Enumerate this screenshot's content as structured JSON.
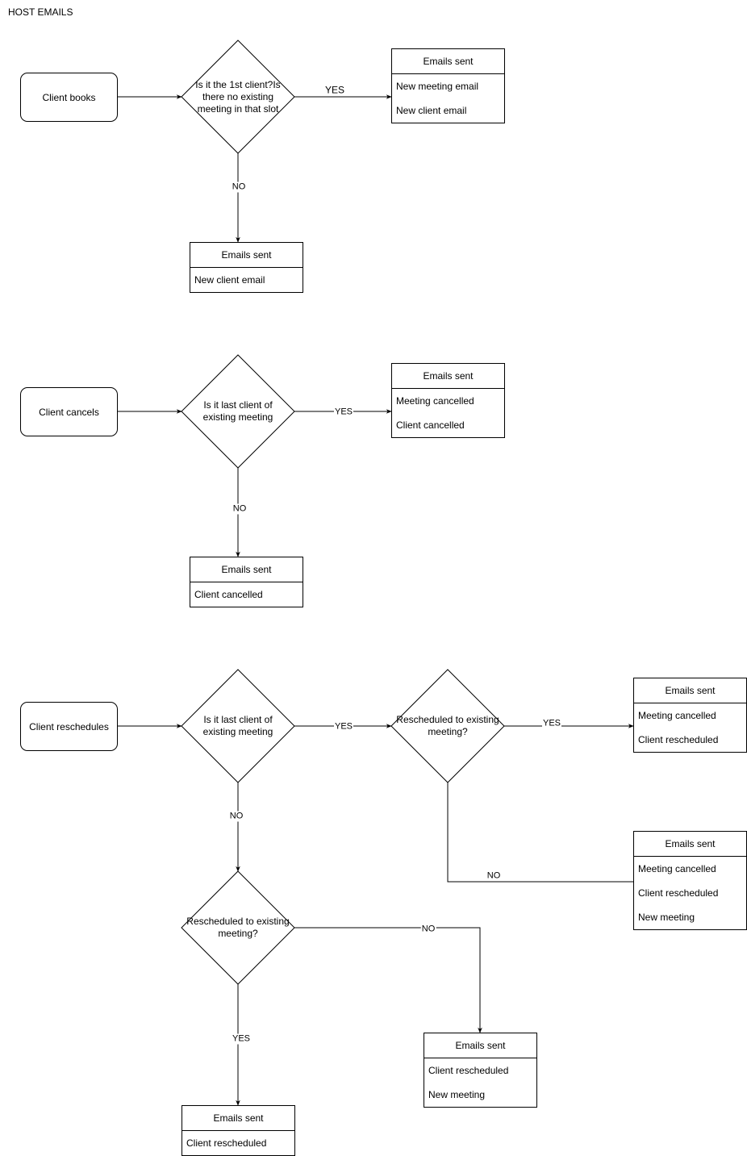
{
  "title": "HOST EMAILS",
  "terminals": {
    "books": "Client books",
    "cancels": "Client cancels",
    "reschedules": "Client reschedules"
  },
  "decisions": {
    "d1": "Is it the 1st client?Is there no existing meeting in that slot",
    "d2": "Is it last client of existing meeting",
    "d3": "Is it last client of existing meeting",
    "d4": "Rescheduled to existing meeting?",
    "d5": "Rescheduled to existing meeting?"
  },
  "cards": {
    "c1": {
      "header": "Emails sent",
      "items": [
        "New meeting email",
        "New client email"
      ]
    },
    "c2": {
      "header": "Emails sent",
      "items": [
        "New client email"
      ]
    },
    "c3": {
      "header": "Emails sent",
      "items": [
        "Meeting cancelled",
        "Client cancelled"
      ]
    },
    "c4": {
      "header": "Emails sent",
      "items": [
        "Client cancelled"
      ]
    },
    "c5": {
      "header": "Emails sent",
      "items": [
        "Meeting cancelled",
        "Client rescheduled"
      ]
    },
    "c6": {
      "header": "Emails sent",
      "items": [
        "Meeting cancelled",
        "Client rescheduled",
        "New meeting"
      ]
    },
    "c7": {
      "header": "Emails sent",
      "items": [
        "Client rescheduled",
        "New meeting"
      ]
    },
    "c8": {
      "header": "Emails sent",
      "items": [
        "Client rescheduled"
      ]
    }
  },
  "edge_labels": {
    "e1_yes": "YES",
    "e1_no": "NO",
    "e2_yes": "YES",
    "e2_no": "NO",
    "e3_yes": "YES",
    "e3_no": "NO",
    "e4_yes": "YES",
    "e4_no": "NO",
    "e5_no": "NO",
    "e5_yes": "YES"
  }
}
